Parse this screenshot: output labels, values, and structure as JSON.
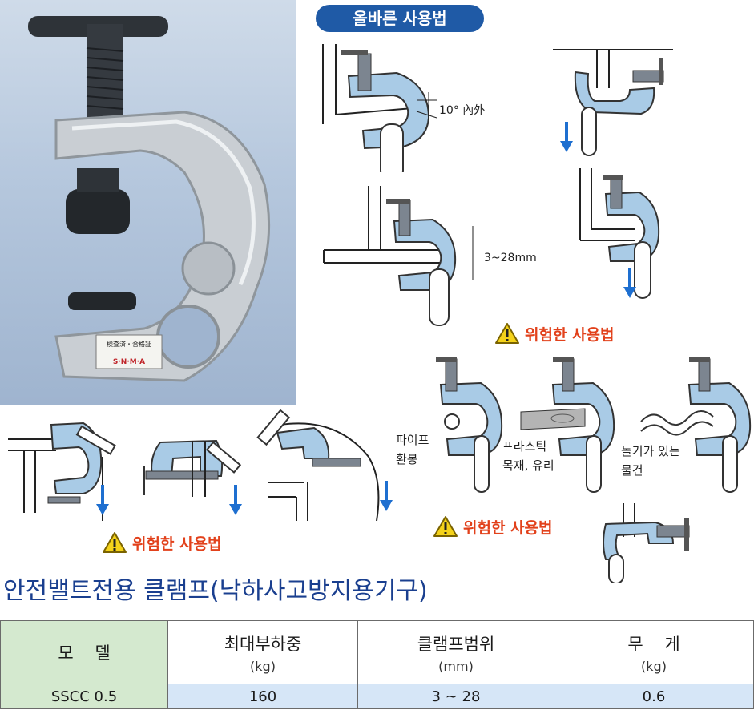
{
  "correct_usage_label": "올바른 사용법",
  "angle_label": "10° 內外",
  "thickness_label": "3~28mm",
  "danger_label": "위험한 사용법",
  "examples": [
    {
      "line1": "파이프",
      "line2": "환봉"
    },
    {
      "line1": "프라스틱",
      "line2": "목재, 유리"
    },
    {
      "line1": "돌기가 있는",
      "line2": "물건"
    }
  ],
  "photo_plate": {
    "line1": "検査済・合格証",
    "line2": "S·N·M·A"
  },
  "product_title": "안전밸트전용 클램프(낙하사고방지용기구)",
  "table": {
    "headers": [
      {
        "label": "모    델",
        "unit": ""
      },
      {
        "label": "최대부하중",
        "unit": "(kg)"
      },
      {
        "label": "클램프범위",
        "unit": "(mm)"
      },
      {
        "label": "무    게",
        "unit": "(kg)"
      }
    ],
    "row": {
      "model": "SSCC 0.5",
      "max_load": "160",
      "range": "3 ~ 28",
      "weight": "0.6"
    }
  },
  "colors": {
    "accent_blue": "#1f5aa6",
    "danger_red": "#e2411b",
    "arrow_blue": "#1e6fd0",
    "clamp_blue": "#a9cbe6"
  }
}
